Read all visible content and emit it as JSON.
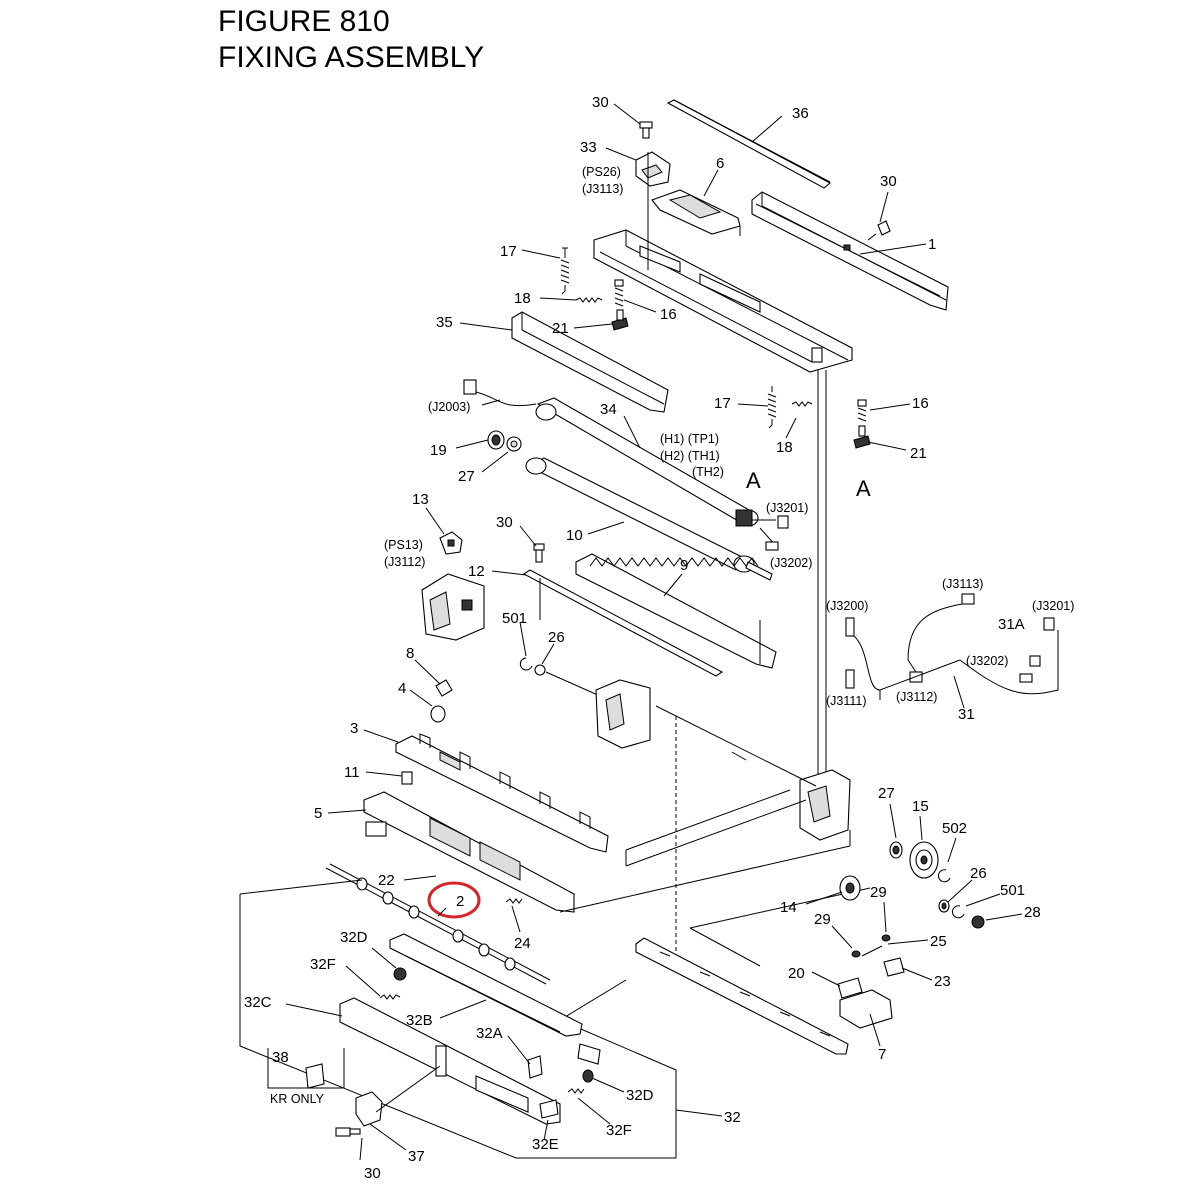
{
  "header": {
    "line1": "FIGURE 810",
    "line2": "FIXING ASSEMBLY"
  },
  "highlight_color": "#d8232a",
  "labels": {
    "l30a": "30",
    "l36": "36",
    "l33": "33",
    "ps26": "(PS26)",
    "j3113a": "(J3113)",
    "l6": "6",
    "l30b": "30",
    "l1": "1",
    "l17a": "17",
    "l18a": "18",
    "l16a": "16",
    "l21a": "21",
    "l35": "35",
    "j2003": "(J2003)",
    "l34": "34",
    "h1tp1": "(H1) (TP1)",
    "h2th1": "(H2) (TH1)",
    "th2": "(TH2)",
    "l17b": "17",
    "l16b": "16",
    "l18b": "18",
    "l21b": "21",
    "a1": "A",
    "a2": "A",
    "l19": "19",
    "l27a": "27",
    "l13": "13",
    "ps13": "(PS13)",
    "j3112a": "(J3112)",
    "j3201a": "(J3201)",
    "l30c": "30",
    "l10": "10",
    "j3202a": "(J3202)",
    "l12": "12",
    "l9": "9",
    "j3200": "(J3200)",
    "j3113b": "(J3113)",
    "j3201b": "(J3201)",
    "l31a": "31A",
    "j3202b": "(J3202)",
    "l501a": "501",
    "l26a": "26",
    "l8": "8",
    "l4": "4",
    "j3111": "(J3111)",
    "j3112b": "(J3112)",
    "l31": "31",
    "l3": "3",
    "l11": "11",
    "l27b": "27",
    "l15": "15",
    "l502": "502",
    "l5": "5",
    "l26b": "26",
    "l501b": "501",
    "l22": "22",
    "l2": "2",
    "l14": "14",
    "l29a": "29",
    "l28": "28",
    "l24": "24",
    "l29b": "29",
    "l25": "25",
    "l32d1": "32D",
    "l32f1": "32F",
    "l20": "20",
    "l23": "23",
    "l32c": "32C",
    "l32b": "32B",
    "l7": "7",
    "l38": "38",
    "l32a": "32A",
    "l32d2": "32D",
    "kr_only": "KR ONLY",
    "l32": "32",
    "l32f2": "32F",
    "l37": "37",
    "l32e": "32E",
    "l30d": "30"
  }
}
